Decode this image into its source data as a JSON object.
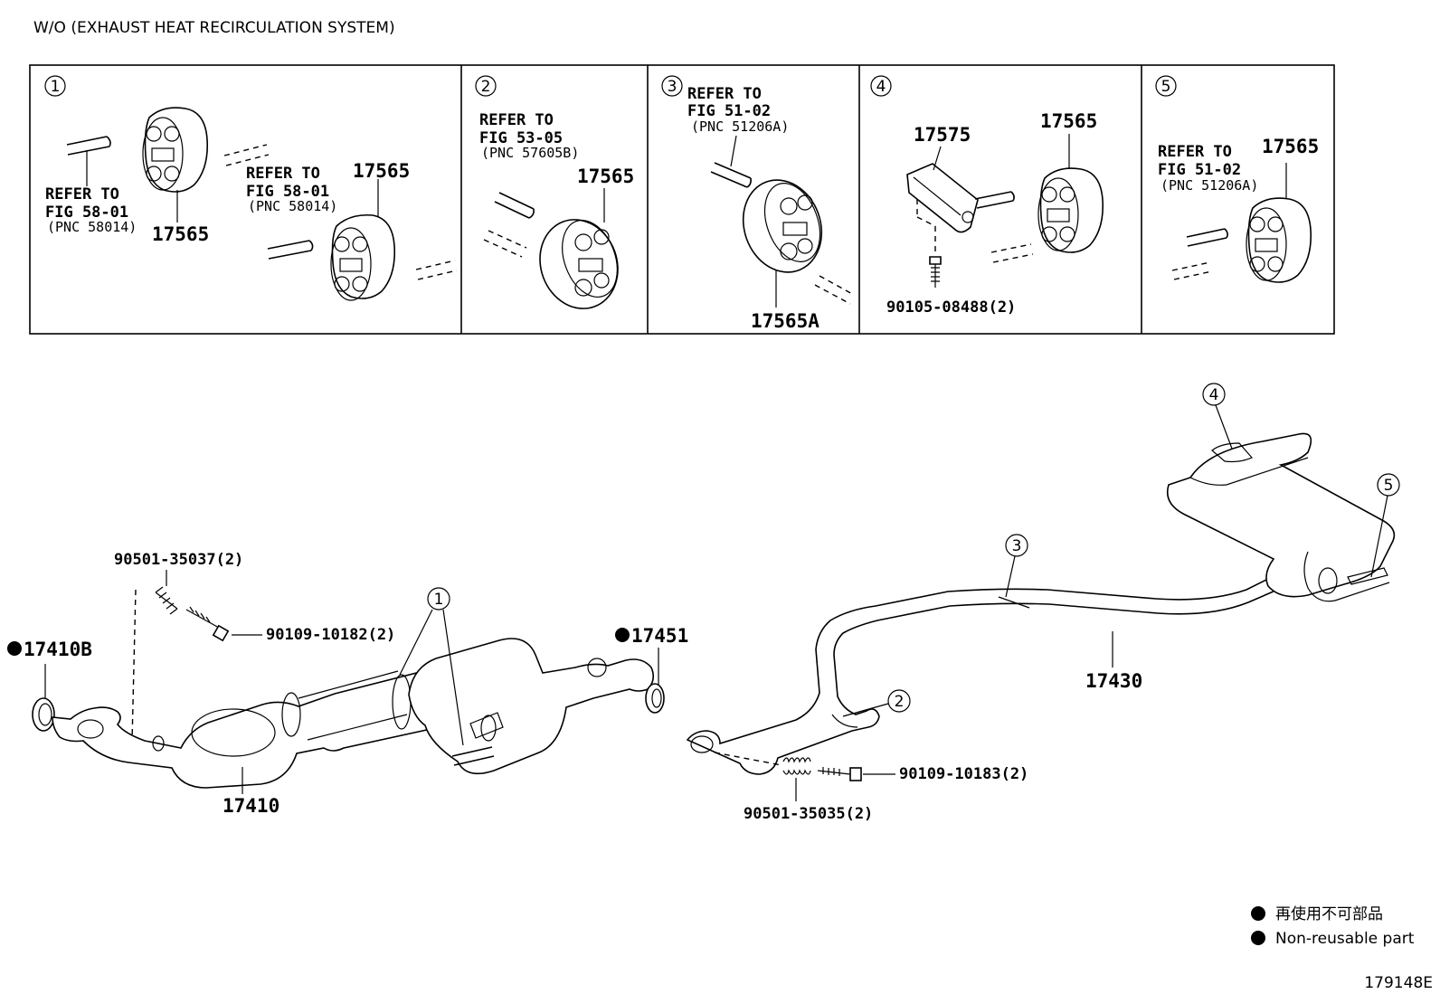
{
  "header": {
    "title": "W/O (EXHAUST HEAT RECIRCULATION SYSTEM)"
  },
  "panels": [
    {
      "number": "1",
      "labels": {
        "refer1": "REFER TO",
        "fig1": "FIG 58-01",
        "pnc1": "(PNC 58014)",
        "refer2": "REFER TO",
        "fig2": "FIG 58-01",
        "pnc2": "(PNC 58014)",
        "part_a": "17565",
        "part_b": "17565"
      }
    },
    {
      "number": "2",
      "labels": {
        "refer": "REFER TO",
        "fig": "FIG 53-05",
        "pnc": "(PNC 57605B)",
        "part": "17565"
      }
    },
    {
      "number": "3",
      "labels": {
        "refer": "REFER TO",
        "fig": "FIG 51-02",
        "pnc": "(PNC 51206A)",
        "part": "17565A"
      }
    },
    {
      "number": "4",
      "labels": {
        "part_a": "17575",
        "part_b": "17565",
        "bolt": "90105-08488(2)"
      }
    },
    {
      "number": "5",
      "labels": {
        "refer": "REFER TO",
        "fig": "FIG 51-02",
        "pnc": "(PNC 51206A)",
        "part": "17565"
      }
    }
  ],
  "main": {
    "callouts": [
      "1",
      "2",
      "3",
      "4",
      "5"
    ],
    "parts": {
      "gasket_front": "17410B",
      "front_pipe": "17410",
      "gasket_mid": "17451",
      "tail_pipe": "17430",
      "spring_front": "90501-35037(2)",
      "bolt_front": "90109-10182(2)",
      "bolt_rear": "90109-10183(2)",
      "spring_rear": "90501-35035(2)"
    }
  },
  "legend": {
    "jp": "再使用不可部品",
    "en": "Non-reusable part"
  },
  "footer": {
    "illustration_id": "179148E"
  },
  "colors": {
    "ink": "#000000",
    "background": "#ffffff"
  }
}
